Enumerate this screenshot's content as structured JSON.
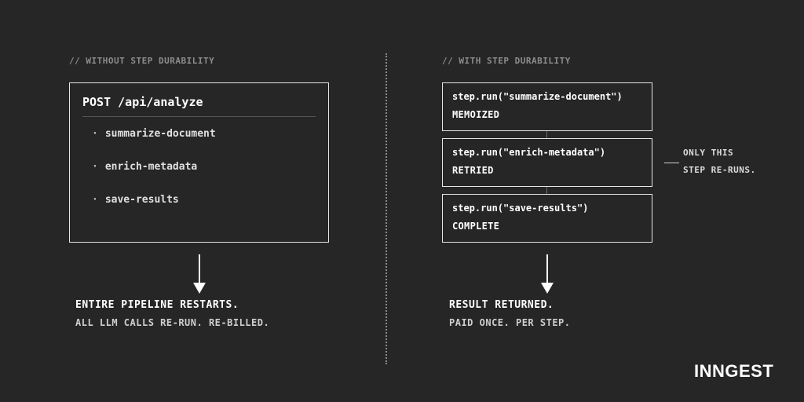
{
  "left": {
    "label": "// WITHOUT STEP DURABILITY",
    "endpoint": "POST /api/analyze",
    "items": [
      {
        "bullet": "·",
        "label": "summarize-document"
      },
      {
        "bullet": "·",
        "label": "enrich-metadata"
      },
      {
        "bullet": "·",
        "label": "save-results"
      }
    ],
    "result_title": "ENTIRE PIPELINE RESTARTS.",
    "result_sub": "ALL LLM CALLS RE-RUN. RE-BILLED."
  },
  "right": {
    "label": "// WITH STEP DURABILITY",
    "steps": [
      {
        "code": "step.run(\"summarize-document\")",
        "status": "MEMOIZED"
      },
      {
        "code": "step.run(\"enrich-metadata\")",
        "status": "RETRIED"
      },
      {
        "code": "step.run(\"save-results\")",
        "status": "COMPLETE"
      }
    ],
    "note_line1": "ONLY THIS",
    "note_line2": "STEP RE-RUNS.",
    "result_title": "RESULT RETURNED.",
    "result_sub": "PAID ONCE. PER STEP."
  },
  "brand": {
    "logo_text": "INNGEST"
  },
  "colors": {
    "background": "#262626",
    "foreground": "#f0f0f0",
    "muted": "#8c8c8c"
  }
}
